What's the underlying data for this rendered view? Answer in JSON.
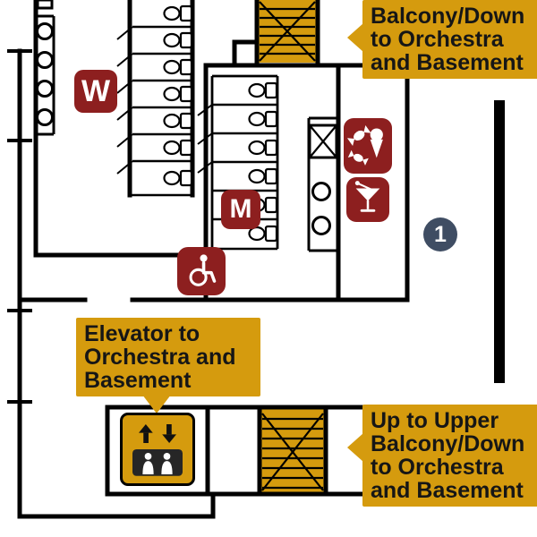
{
  "map": {
    "type": "venue-floor-plan",
    "colors": {
      "accent_gold": "#D59B0E",
      "badge_red": "#8D1F1F",
      "marker_slate": "#3F4D63",
      "wall_black": "#000000"
    }
  },
  "callouts": {
    "top_right": {
      "lines": [
        "Balcony/Down",
        "to Orchestra",
        "and Basement"
      ]
    },
    "elevator": {
      "lines": [
        "Elevator to",
        "Orchestra and",
        "Basement"
      ]
    },
    "bottom_right": {
      "lines": [
        "Up to Upper",
        "Balcony/Down",
        "to Orchestra",
        "and Basement"
      ]
    }
  },
  "badges": {
    "womens_restroom": {
      "label": "W"
    },
    "mens_restroom": {
      "label": "M"
    },
    "location_marker": {
      "label": "1"
    },
    "accessible": {
      "icon": "wheelchair-icon"
    },
    "concessions": {
      "icons": [
        "candy-icon",
        "ice-cream-icon"
      ]
    },
    "bar": {
      "icon": "cocktail-icon"
    },
    "elevator": {
      "icon": "elevator-icon"
    }
  }
}
